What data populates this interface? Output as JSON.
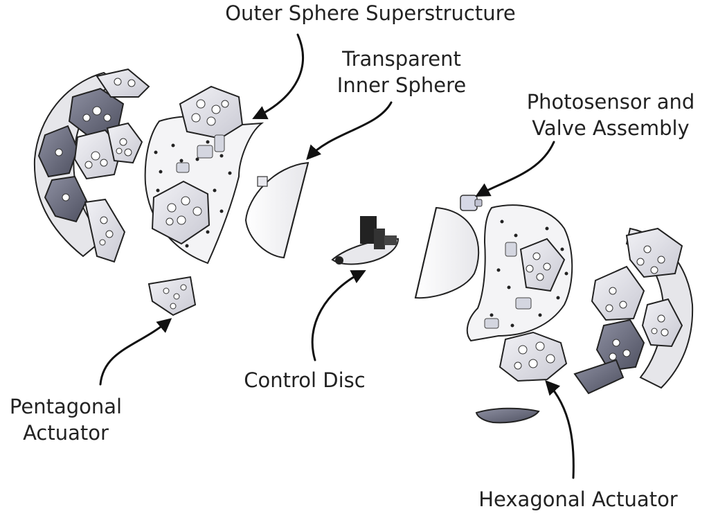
{
  "labels": {
    "outer_sphere": {
      "lines": [
        "Outer Sphere Superstructure"
      ]
    },
    "inner_sphere": {
      "lines": [
        "Transparent",
        "Inner Sphere"
      ]
    },
    "photosensor": {
      "lines": [
        "Photosensor and",
        "Valve Assembly"
      ]
    },
    "control_disc": {
      "lines": [
        "Control Disc"
      ]
    },
    "pentagonal": {
      "lines": [
        "Pentagonal",
        "Actuator"
      ]
    },
    "hexagonal": {
      "lines": [
        "Hexagonal Actuator"
      ]
    }
  },
  "colors": {
    "outline": "#222222",
    "panel_fill": "#e4e4ea",
    "panel_dark": "#6e7080",
    "shell_fill": "#f4f4f6",
    "glass_fill": "#ffffff",
    "hole_fill": "#ffffff",
    "arrow": "#111111"
  }
}
